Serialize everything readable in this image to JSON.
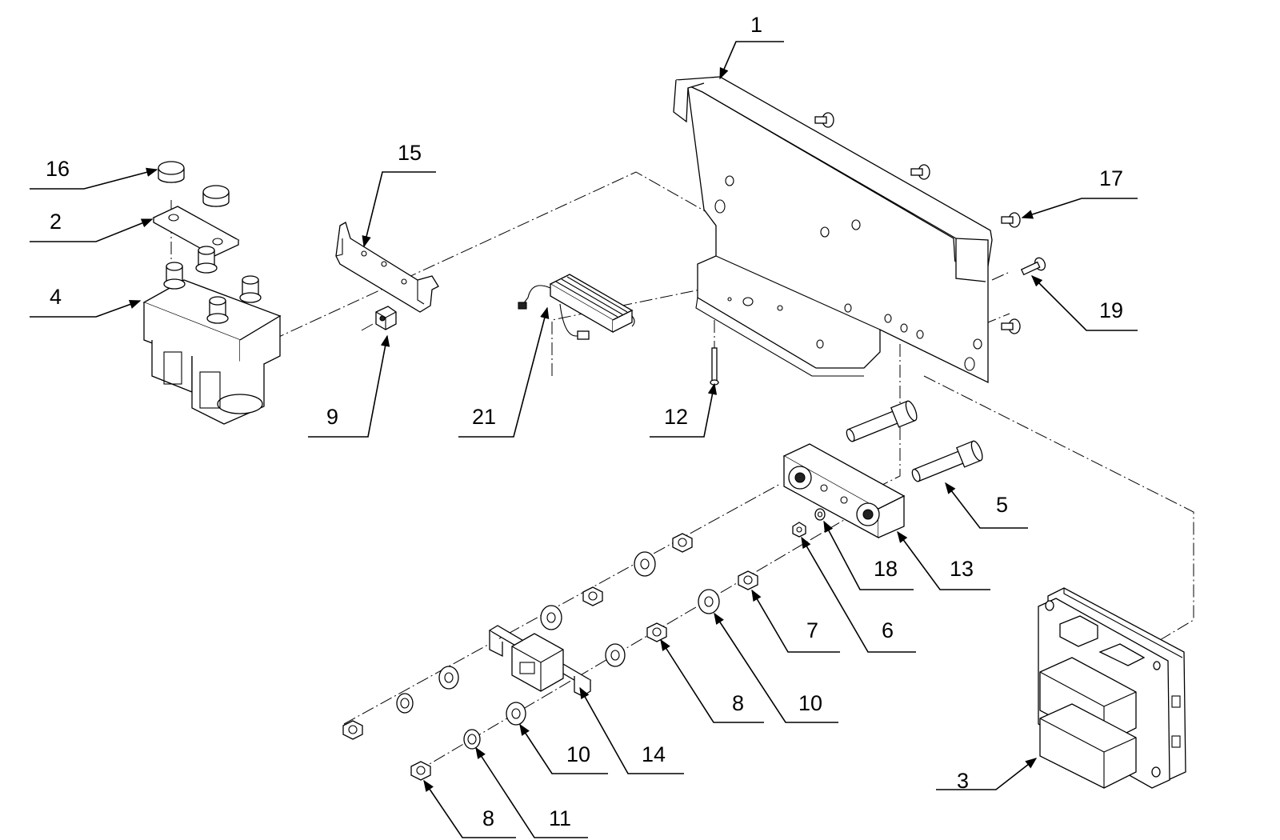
{
  "diagram": {
    "callouts": [
      {
        "id": "c1",
        "label": "1"
      },
      {
        "id": "c2",
        "label": "2"
      },
      {
        "id": "c3",
        "label": "3"
      },
      {
        "id": "c4",
        "label": "4"
      },
      {
        "id": "c5",
        "label": "5"
      },
      {
        "id": "c6",
        "label": "6"
      },
      {
        "id": "c7",
        "label": "7"
      },
      {
        "id": "c8a",
        "label": "8"
      },
      {
        "id": "c8b",
        "label": "8"
      },
      {
        "id": "c9",
        "label": "9"
      },
      {
        "id": "c10a",
        "label": "10"
      },
      {
        "id": "c10b",
        "label": "10"
      },
      {
        "id": "c11",
        "label": "11"
      },
      {
        "id": "c12",
        "label": "12"
      },
      {
        "id": "c13",
        "label": "13"
      },
      {
        "id": "c14",
        "label": "14"
      },
      {
        "id": "c15",
        "label": "15"
      },
      {
        "id": "c16",
        "label": "16"
      },
      {
        "id": "c17",
        "label": "17"
      },
      {
        "id": "c18",
        "label": "18"
      },
      {
        "id": "c19",
        "label": "19"
      },
      {
        "id": "c21",
        "label": "21"
      }
    ]
  }
}
